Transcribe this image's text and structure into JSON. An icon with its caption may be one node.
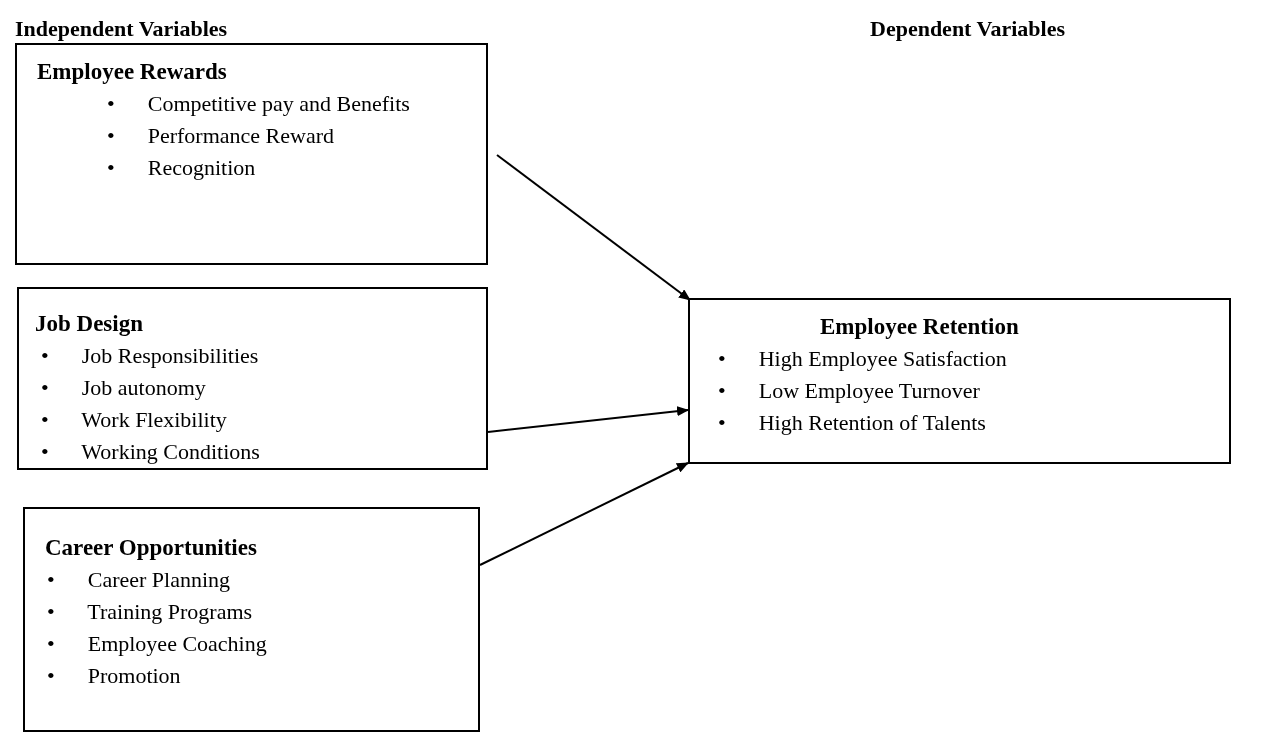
{
  "diagram": {
    "nodes": [
      {
        "text": [
          "Employee Rewards",
          "• Competitive pay and Benefits",
          "• Performance Reward",
          "• Recognition"
        ]
      },
      {
        "text": [
          "Job Design",
          "• Job Responsibilities",
          "• Job autonomy",
          "• Work Flexibility",
          "• Working Conditions"
        ]
      },
      {
        "text": [
          "Career Opportunities",
          "• Career Planning",
          "• Training Programs",
          "• Employee Coaching",
          "• Promotion"
        ]
      },
      {
        "text": [
          "Employee Retention",
          "• High Employee Satisfaction",
          "• Low Employee Turnover",
          "• High Retention of Talents"
        ]
      }
    ],
    "edges": [
      {
        "from": 0,
        "to": 3,
        "arrow": "to"
      },
      {
        "from": 1,
        "to": 3,
        "arrow": "to"
      },
      {
        "from": 2,
        "to": 3,
        "arrow": "to"
      }
    ],
    "labels": [
      "Independent Variables",
      "Dependent Variables"
    ]
  }
}
